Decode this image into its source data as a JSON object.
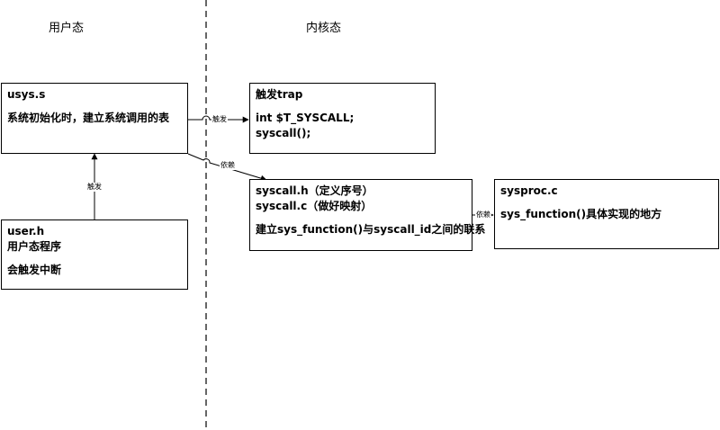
{
  "headers": {
    "user_space": "用户态",
    "kernel_space": "内核态"
  },
  "boxes": {
    "usys": {
      "title": "usys.s",
      "desc": "系统初始化时，建立系统调用的表"
    },
    "trap": {
      "title": "触发trap",
      "line1": "int $T_SYSCALL;",
      "line2": "syscall();"
    },
    "syscall": {
      "line1": "syscall.h（定义序号）",
      "line2": "syscall.c（做好映射）",
      "line3": "建立sys_function()与syscall_id之间的联系"
    },
    "sysproc": {
      "title": "sysproc.c",
      "desc": "sys_function()具体实现的地方"
    },
    "user": {
      "title": "user.h",
      "line1": "用户态程序",
      "line2": "会触发中断"
    }
  },
  "edges": {
    "usys_to_trap": "触发",
    "usys_to_syscall": "依赖",
    "user_to_usys": "触发",
    "syscall_to_sysproc": "依赖"
  },
  "colors": {
    "stroke": "#000000",
    "background": "#ffffff"
  }
}
